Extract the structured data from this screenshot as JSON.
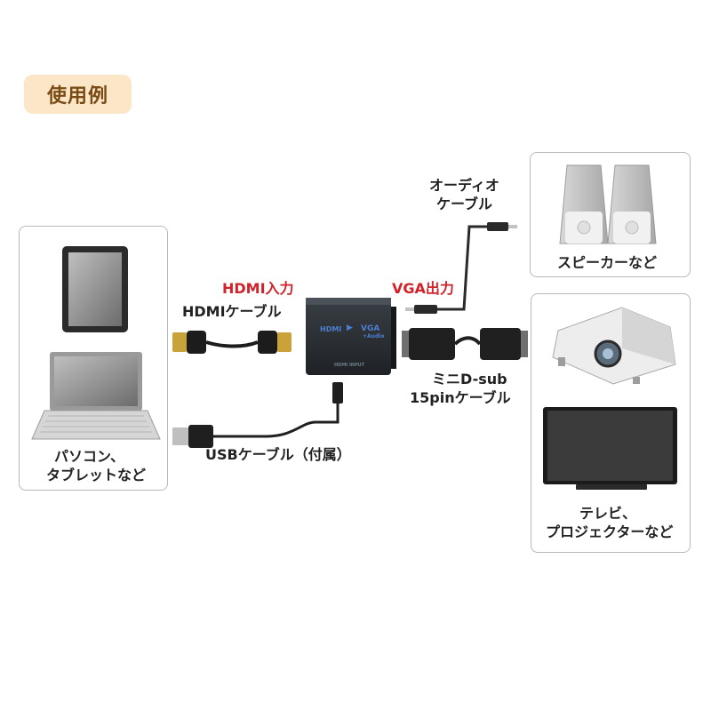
{
  "badge": "使用例",
  "sources": {
    "label_line1": "パソコン、",
    "label_line2": "タブレットなど"
  },
  "converter": {
    "face_text_hdmi": "HDMI",
    "face_text_vga": "VGA",
    "face_text_audio": "+Audio",
    "face_text_bottom": "HDMI INPUT"
  },
  "cables": {
    "hdmi_input": "HDMI入力",
    "hdmi_cable": "HDMIケーブル",
    "vga_output": "VGA出力",
    "audio_line1": "オーディオ",
    "audio_line2": "ケーブル",
    "minid_line1": "ミニD-sub",
    "minid_line2": "15pinケーブル",
    "usb_cable": "USBケーブル（付属）"
  },
  "speakers": {
    "label": "スピーカーなど"
  },
  "displays": {
    "label_line1": "テレビ、",
    "label_line2": "プロジェクターなど"
  },
  "colors": {
    "accent_red": "#d2232a",
    "badge_bg": "#fbe6c8",
    "badge_text": "#7a4a14"
  }
}
